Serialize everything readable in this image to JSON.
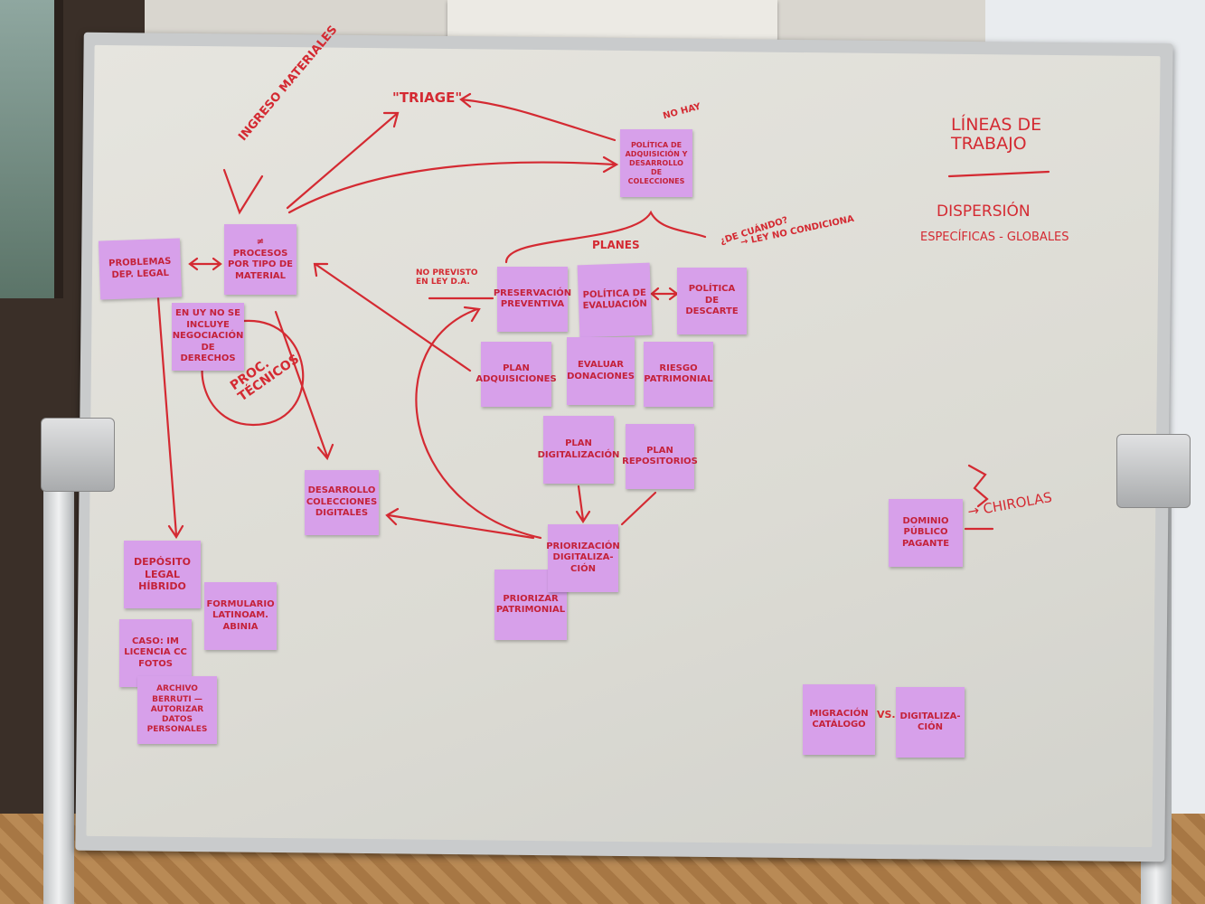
{
  "board": {
    "heading": "Líneas de trabajo",
    "dispersion": "Dispersión",
    "scope": "Específicas - globales",
    "triage": "\"Triage\"",
    "ingreso": "Ingreso materiales",
    "no_hay": "No hay",
    "planes": "Planes",
    "de_cuando": "¿De cuándo?",
    "ley_no_condiciona": "→ Ley no condiciona",
    "no_previsto": "No previsto en Ley D.A.",
    "proc_tecnicos": "Proc. técnicos",
    "chirolas": "→ Chirolas",
    "vs": "vs."
  },
  "notes": [
    {
      "id": "problemas",
      "text": "Problemas dep. legal"
    },
    {
      "id": "procesos",
      "text": "≠ Procesos por tipo de material"
    },
    {
      "id": "negociacion",
      "text": "En UY no se incluye negociación de derechos"
    },
    {
      "id": "politica-adquisicion",
      "text": "Política de adquisición y desarrollo de colecciones"
    },
    {
      "id": "preservacion",
      "text": "Preservación preventiva"
    },
    {
      "id": "evaluacion",
      "text": "Política de evaluación"
    },
    {
      "id": "descarte",
      "text": "Política de descarte"
    },
    {
      "id": "plan-adquisiciones",
      "text": "Plan adquisiciones"
    },
    {
      "id": "donaciones",
      "text": "Evaluar donaciones"
    },
    {
      "id": "riesgo",
      "text": "Riesgo patrimonial"
    },
    {
      "id": "plan-digitalizacion",
      "text": "Plan digitalización"
    },
    {
      "id": "plan-repositorios",
      "text": "Plan repositorios"
    },
    {
      "id": "colecciones-digitales",
      "text": "Desarrollo colecciones digitales"
    },
    {
      "id": "priorizacion",
      "text": "Priorización digitaliza-ción"
    },
    {
      "id": "priorizar-patrimonial",
      "text": "Priorizar patrimonial"
    },
    {
      "id": "deposito",
      "text": "Depósito legal híbrido"
    },
    {
      "id": "formulario",
      "text": "Formulario latinoam. ABINIA"
    },
    {
      "id": "caso",
      "text": "Caso: IM licencia CC fotos"
    },
    {
      "id": "archivo",
      "text": "Archivo Berruti — autorizar datos personales"
    },
    {
      "id": "dominio",
      "text": "Dominio público pagante"
    },
    {
      "id": "migracion",
      "text": "Migración catálogo"
    },
    {
      "id": "digitalizacion",
      "text": "Digitaliza-ción"
    }
  ],
  "colors": {
    "ink": "#d42a32",
    "sticky": "#d7a0ea",
    "board": "#e3e2dc"
  }
}
